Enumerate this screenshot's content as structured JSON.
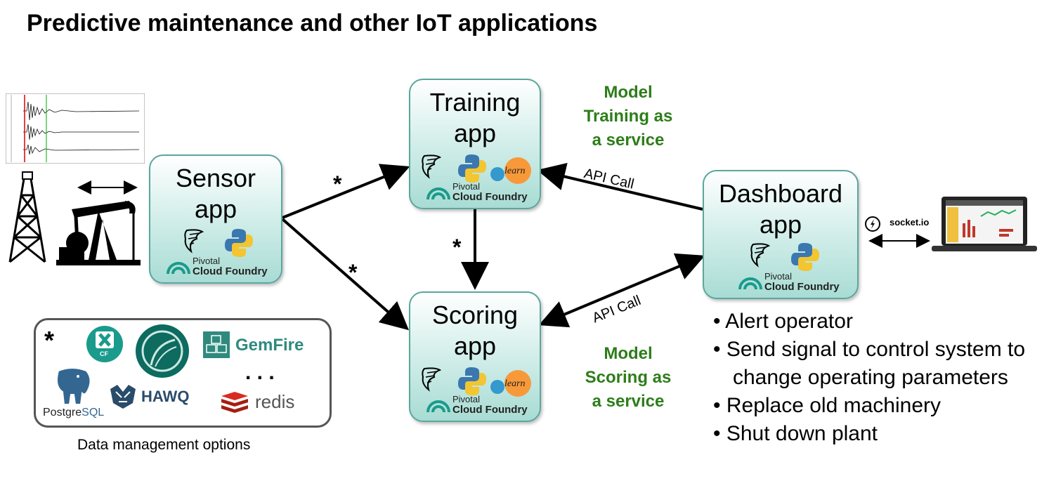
{
  "title": "Predictive maintenance and other IoT applications",
  "apps": {
    "sensor": {
      "line1": "Sensor",
      "line2": "app"
    },
    "training": {
      "line1": "Training",
      "line2": "app"
    },
    "scoring": {
      "line1": "Scoring",
      "line2": "app"
    },
    "dashboard": {
      "line1": "Dashboard",
      "line2": "app"
    }
  },
  "logo": {
    "pivotal": "Pivotal",
    "cloud_foundry": "Cloud Foundry"
  },
  "learn_label": "learn",
  "services": {
    "training": [
      "Model",
      "Training as",
      "a service"
    ],
    "scoring": [
      "Model",
      "Scoring as",
      "a service"
    ]
  },
  "api_call": "API Call",
  "star": "*",
  "socket_io": "socket.io",
  "bullets": [
    "• Alert operator",
    "• Send signal to control system to change operating parameters",
    "• Replace old machinery",
    "• Shut down plant"
  ],
  "data_mgmt": {
    "caption": "Data management options",
    "gemfire": "GemFire",
    "hawq": "HAWQ",
    "redis": "redis",
    "postgres_a": "Postgre",
    "postgres_b": "SQL",
    "cf": "CF",
    "ellipsis": ". . ."
  },
  "colors": {
    "service_green": "#2e7d1a",
    "box_border": "#5aa79d",
    "box_fill": "#a8dcd4"
  }
}
